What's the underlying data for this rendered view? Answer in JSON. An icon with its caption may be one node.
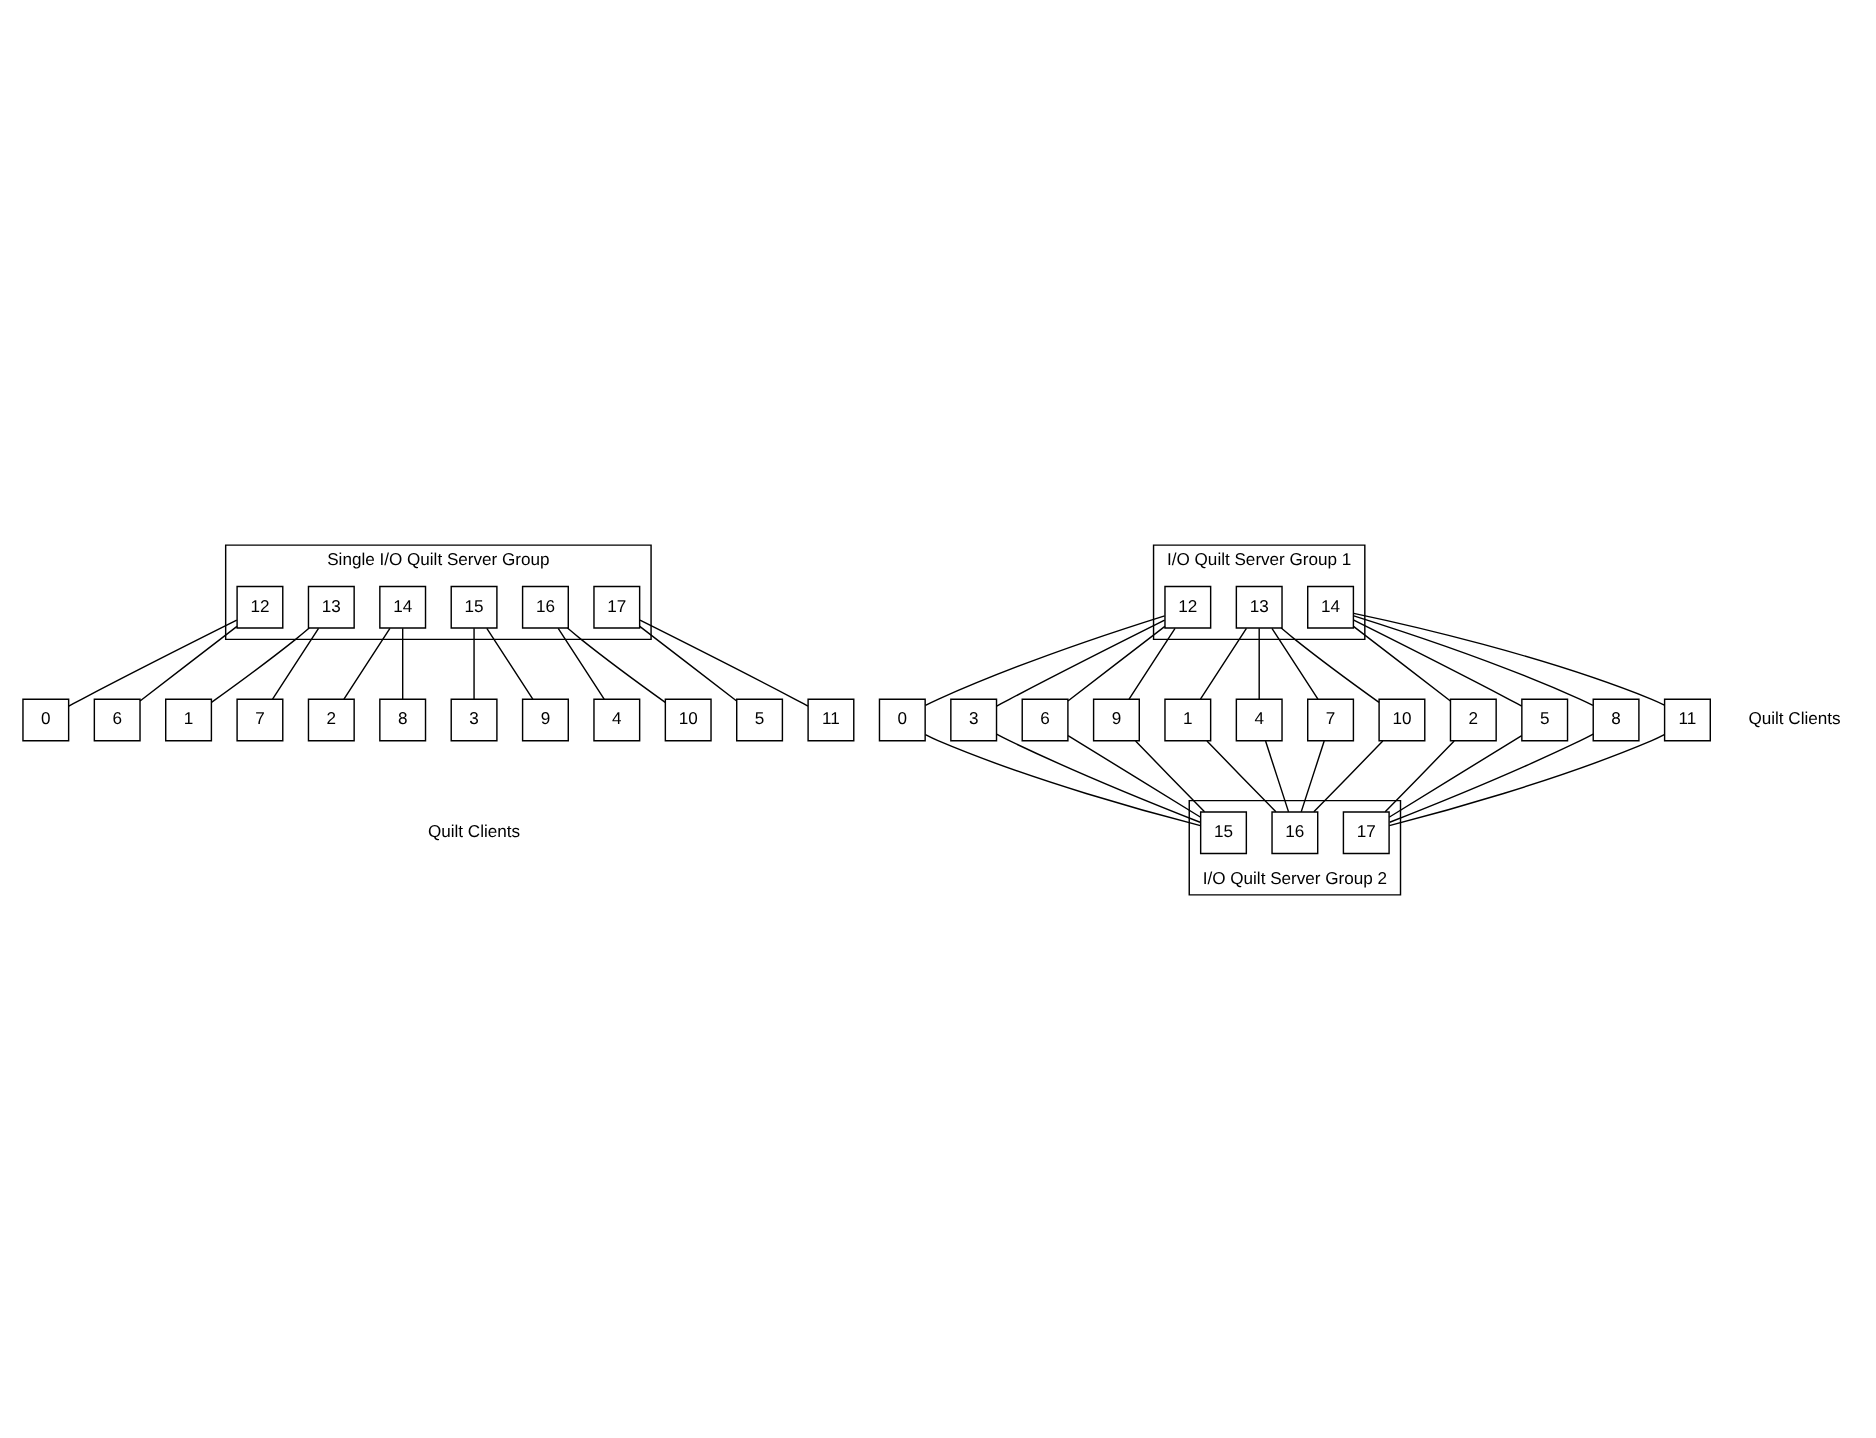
{
  "diagram": {
    "nodes": [
      {
        "text": [
          "Single I/O Quilt Server Group"
        ]
      },
      {
        "text": [
          "12"
        ],
        "in": 0
      },
      {
        "text": [
          "13"
        ],
        "in": 0
      },
      {
        "text": [
          "14"
        ],
        "in": 0
      },
      {
        "text": [
          "15"
        ],
        "in": 0
      },
      {
        "text": [
          "16"
        ],
        "in": 0
      },
      {
        "text": [
          "17"
        ],
        "in": 0
      },
      {
        "text": [
          "0"
        ]
      },
      {
        "text": [
          "6"
        ]
      },
      {
        "text": [
          "1"
        ]
      },
      {
        "text": [
          "7"
        ]
      },
      {
        "text": [
          "2"
        ]
      },
      {
        "text": [
          "8"
        ]
      },
      {
        "text": [
          "3"
        ]
      },
      {
        "text": [
          "9"
        ]
      },
      {
        "text": [
          "4"
        ]
      },
      {
        "text": [
          "10"
        ]
      },
      {
        "text": [
          "5"
        ]
      },
      {
        "text": [
          "11"
        ]
      },
      {
        "text": [
          "I/O Quilt Server Group 1"
        ]
      },
      {
        "text": [
          "12"
        ],
        "in": 19
      },
      {
        "text": [
          "13"
        ],
        "in": 19
      },
      {
        "text": [
          "14"
        ],
        "in": 19
      },
      {
        "text": [
          "0"
        ]
      },
      {
        "text": [
          "3"
        ]
      },
      {
        "text": [
          "6"
        ]
      },
      {
        "text": [
          "9"
        ]
      },
      {
        "text": [
          "1"
        ]
      },
      {
        "text": [
          "4"
        ]
      },
      {
        "text": [
          "7"
        ]
      },
      {
        "text": [
          "10"
        ]
      },
      {
        "text": [
          "2"
        ]
      },
      {
        "text": [
          "5"
        ]
      },
      {
        "text": [
          "8"
        ]
      },
      {
        "text": [
          "11"
        ]
      },
      {
        "text": [
          "I/O Quilt Server Group 2"
        ]
      },
      {
        "text": [
          "15"
        ],
        "in": 35
      },
      {
        "text": [
          "16"
        ],
        "in": 35
      },
      {
        "text": [
          "17"
        ],
        "in": 35
      }
    ],
    "edges": [
      {
        "from": 1,
        "to": 7,
        "arrow": "none"
      },
      {
        "from": 1,
        "to": 8,
        "arrow": "none"
      },
      {
        "from": 2,
        "to": 9,
        "arrow": "none"
      },
      {
        "from": 2,
        "to": 10,
        "arrow": "none"
      },
      {
        "from": 3,
        "to": 11,
        "arrow": "none"
      },
      {
        "from": 3,
        "to": 12,
        "arrow": "none"
      },
      {
        "from": 4,
        "to": 13,
        "arrow": "none"
      },
      {
        "from": 4,
        "to": 14,
        "arrow": "none"
      },
      {
        "from": 5,
        "to": 15,
        "arrow": "none"
      },
      {
        "from": 5,
        "to": 16,
        "arrow": "none"
      },
      {
        "from": 6,
        "to": 17,
        "arrow": "none"
      },
      {
        "from": 6,
        "to": 18,
        "arrow": "none"
      },
      {
        "from": 20,
        "to": 23,
        "arrow": "none"
      },
      {
        "from": 20,
        "to": 24,
        "arrow": "none"
      },
      {
        "from": 20,
        "to": 25,
        "arrow": "none"
      },
      {
        "from": 20,
        "to": 26,
        "arrow": "none"
      },
      {
        "from": 21,
        "to": 27,
        "arrow": "none"
      },
      {
        "from": 21,
        "to": 28,
        "arrow": "none"
      },
      {
        "from": 21,
        "to": 29,
        "arrow": "none"
      },
      {
        "from": 21,
        "to": 30,
        "arrow": "none"
      },
      {
        "from": 22,
        "to": 31,
        "arrow": "none"
      },
      {
        "from": 22,
        "to": 32,
        "arrow": "none"
      },
      {
        "from": 22,
        "to": 33,
        "arrow": "none"
      },
      {
        "from": 22,
        "to": 34,
        "arrow": "none"
      },
      {
        "from": 23,
        "to": 36,
        "arrow": "none"
      },
      {
        "from": 24,
        "to": 36,
        "arrow": "none"
      },
      {
        "from": 25,
        "to": 36,
        "arrow": "none"
      },
      {
        "from": 26,
        "to": 36,
        "arrow": "none"
      },
      {
        "from": 27,
        "to": 37,
        "arrow": "none"
      },
      {
        "from": 28,
        "to": 37,
        "arrow": "none"
      },
      {
        "from": 29,
        "to": 37,
        "arrow": "none"
      },
      {
        "from": 30,
        "to": 37,
        "arrow": "none"
      },
      {
        "from": 31,
        "to": 38,
        "arrow": "none"
      },
      {
        "from": 32,
        "to": 38,
        "arrow": "none"
      },
      {
        "from": 33,
        "to": 38,
        "arrow": "none"
      },
      {
        "from": 34,
        "to": 38,
        "arrow": "none"
      }
    ],
    "labels": [
      "Quilt Clients",
      "Quilt Clients"
    ]
  }
}
